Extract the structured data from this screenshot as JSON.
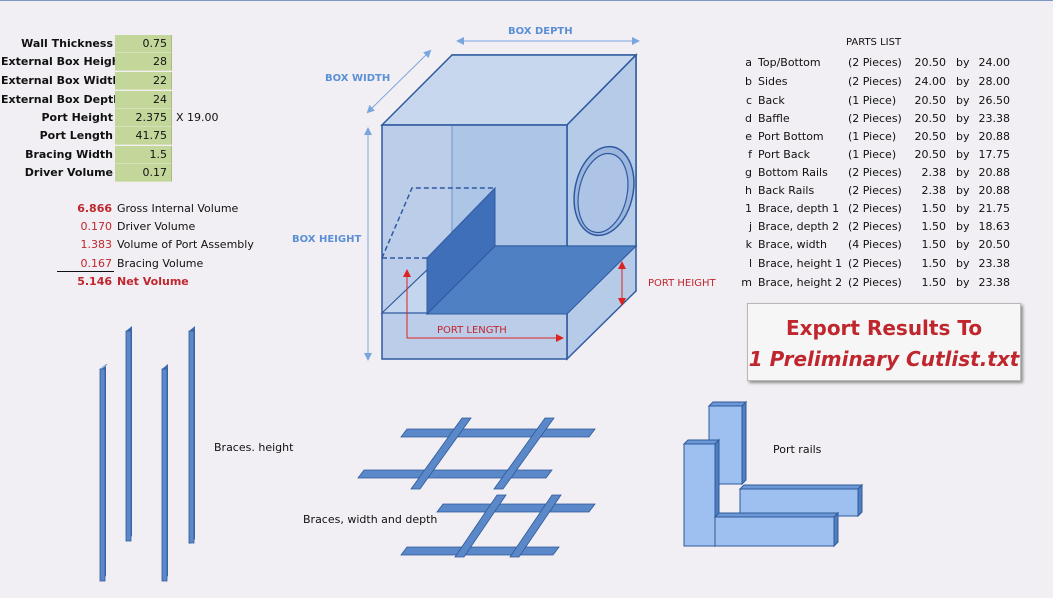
{
  "inputs": [
    {
      "label": "Wall Thickness",
      "value": "0.75"
    },
    {
      "label": "External Box Height",
      "value": "28"
    },
    {
      "label": "External Box Width",
      "value": "22"
    },
    {
      "label": "External Box Depth",
      "value": "24"
    },
    {
      "label": "Port Height",
      "value": "2.375",
      "extra": "X  19.00"
    },
    {
      "label": "Port Length",
      "value": "41.75"
    },
    {
      "label": "Bracing Width",
      "value": "1.5"
    },
    {
      "label": "Driver Volume",
      "value": "0.17"
    }
  ],
  "volumes": [
    {
      "value": "6.866",
      "label": "Gross Internal Volume"
    },
    {
      "value": "0.170",
      "label": "Driver Volume"
    },
    {
      "value": "1.383",
      "label": "Volume of Port Assembly"
    },
    {
      "value": "0.167",
      "label": "Bracing Volume"
    },
    {
      "value": "5.146",
      "label": "Net Volume"
    }
  ],
  "diagram": {
    "box_depth": "BOX DEPTH",
    "box_width": "BOX WIDTH",
    "box_height": "BOX HEIGHT",
    "port_height": "PORT HEIGHT",
    "port_length": "PORT LENGTH"
  },
  "parts": {
    "title": "PARTS LIST",
    "by": "by",
    "items": [
      {
        "id": "a",
        "name": "Top/Bottom",
        "qty": "(2 Pieces)",
        "a": "20.50",
        "b": "24.00"
      },
      {
        "id": "b",
        "name": "Sides",
        "qty": "(2 Pieces)",
        "a": "24.00",
        "b": "28.00"
      },
      {
        "id": "c",
        "name": "Back",
        "qty": "(1 Piece)",
        "a": "20.50",
        "b": "26.50"
      },
      {
        "id": "d",
        "name": "Baffle",
        "qty": "(2 Pieces)",
        "a": "20.50",
        "b": "23.38"
      },
      {
        "id": "e",
        "name": "Port Bottom",
        "qty": "(1 Piece)",
        "a": "20.50",
        "b": "20.88"
      },
      {
        "id": "f",
        "name": "Port Back",
        "qty": "(1 Piece)",
        "a": "20.50",
        "b": "17.75"
      },
      {
        "id": "g",
        "name": "Bottom Rails",
        "qty": "(2 Pieces)",
        "a": "2.38",
        "b": "20.88"
      },
      {
        "id": "h",
        "name": "Back Rails",
        "qty": "(2 Pieces)",
        "a": "2.38",
        "b": "20.88"
      },
      {
        "id": "1",
        "name": "Brace, depth 1",
        "qty": "(2 Pieces)",
        "a": "1.50",
        "b": "21.75"
      },
      {
        "id": "j",
        "name": "Brace, depth 2",
        "qty": "(2 Pieces)",
        "a": "1.50",
        "b": "18.63"
      },
      {
        "id": "k",
        "name": "Brace, width",
        "qty": "(4 Pieces)",
        "a": "1.50",
        "b": "20.50"
      },
      {
        "id": "l",
        "name": "Brace, height 1",
        "qty": "(2 Pieces)",
        "a": "1.50",
        "b": "23.38"
      },
      {
        "id": "m",
        "name": "Brace, height 2",
        "qty": "(2 Pieces)",
        "a": "1.50",
        "b": "23.38"
      }
    ]
  },
  "export_button": {
    "line1": "Export Results To",
    "line2": "1 Preliminary Cutlist.txt"
  },
  "captions": {
    "braces_height": "Braces. height",
    "braces_width_depth": "Braces, width and depth",
    "port_rails": "Port rails"
  },
  "colors": {
    "label_blue": "#5b8fd6",
    "accent_red": "#c0262d",
    "input_green": "#c4d79b",
    "part_blue": "#4f7ec0"
  }
}
